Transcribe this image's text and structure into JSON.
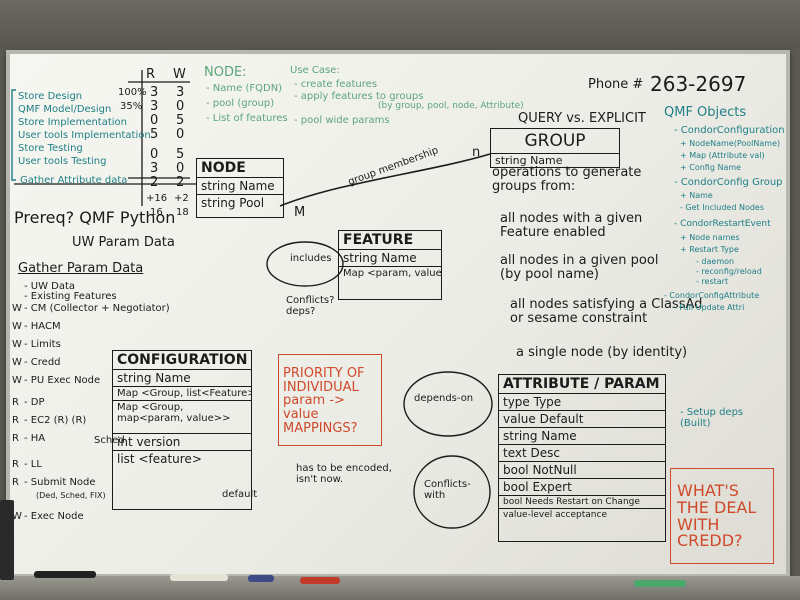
{
  "board": {
    "left_list": {
      "items": [
        "Store Design",
        "QMF Model/Design",
        "Store Implementation",
        "User tools Implementation",
        "Store Testing",
        "User tools Testing"
      ],
      "last": "Gather Attribute data"
    },
    "rw_table": {
      "headers": [
        "R",
        "W"
      ],
      "percent_labels": [
        "100%",
        "35%"
      ],
      "rows": [
        [
          "3",
          "3"
        ],
        [
          "3",
          "0"
        ],
        [
          "0",
          "5"
        ],
        [
          "5",
          "0"
        ],
        [
          "0",
          "5"
        ],
        [
          "3",
          "0"
        ],
        [
          "2",
          "2"
        ]
      ],
      "totals": [
        "16",
        "18"
      ],
      "subtotals": [
        "+16",
        "+2"
      ]
    },
    "node_notes": {
      "title": "NODE:",
      "items": [
        "- Name (FQDN)",
        "- pool (group)",
        "- List of features"
      ]
    },
    "use_case": {
      "title": "Use Case:",
      "items": [
        "- create features",
        "- apply features to groups",
        "(by group, pool, node, Attribute)",
        "- pool wide params"
      ]
    },
    "phone": {
      "label": "Phone #",
      "number": "263-2697"
    },
    "query_title": "QUERY vs. EXPLICIT",
    "group_box": {
      "title": "GROUP",
      "row": "string Name"
    },
    "node_box": {
      "title": "NODE",
      "rows": [
        "string Name",
        "string Pool"
      ]
    },
    "relation": {
      "label": "group membership",
      "m": "M",
      "n": "n"
    },
    "ops": {
      "intro": "operations to generate groups from:",
      "items": [
        "all nodes with a given Feature enabled",
        "all nodes in a given pool (by pool name)",
        "all nodes satisfying a ClassAd or sesame constraint",
        "a single node (by identity)"
      ]
    },
    "qmf_objects": {
      "title": "QMF Objects",
      "items": [
        "- CondorConfiguration",
        "+ NodeName(PoolName)",
        "+ Map (Attribute val)",
        "+ Config Name",
        "- CondorConfig Group",
        "+ Name",
        "- Get Included Nodes",
        "- CondorRestartEvent",
        "+ Node names",
        "+ Restart Type",
        "- daemon",
        "- reconfig/reload",
        "- restart",
        "- CondorConfigAttribute",
        "- Full Update Attri"
      ]
    },
    "prereq": {
      "text": "Prereq? QMF Python",
      "sub": "UW Param Data"
    },
    "gather": {
      "title": "Gather Param Data",
      "items": [
        {
          "w": "",
          "t": "- UW Data"
        },
        {
          "w": "",
          "t": "- Existing Features"
        },
        {
          "w": "W",
          "t": "- CM (Collector + Negotiator)"
        },
        {
          "w": "W",
          "t": "- HACM"
        },
        {
          "w": "W",
          "t": "- Limits"
        },
        {
          "w": "W",
          "t": "- Credd"
        },
        {
          "w": "W",
          "t": "- PU Exec Node"
        },
        {
          "w": "R",
          "t": "- DP"
        },
        {
          "w": "R",
          "t": "- EC2 (R) (R)"
        },
        {
          "w": "R",
          "t": "- HA"
        },
        {
          "w": "R",
          "t": "- LL"
        },
        {
          "w": "R",
          "t": "- Submit Node"
        },
        {
          "w": "",
          "t": "(Ded, Sched, FIX)"
        },
        {
          "w": "W",
          "t": "- Exec Node"
        }
      ],
      "sched": "Sched"
    },
    "feature_box": {
      "title": "FEATURE",
      "rows": [
        "string Name",
        "Map <param, value>"
      ],
      "includes": "includes",
      "conflicts": "Conflicts? deps?"
    },
    "config_box": {
      "title": "CONFIGURATION",
      "rows": [
        "string Name",
        "Map <Group, list<Feature>>",
        "Map <Group, map<param, value>>",
        "int version",
        "list <feature>"
      ],
      "default_label": "default"
    },
    "priority_note": "PRIORITY OF INDIVIDUAL param -> value MAPPINGS?",
    "priority_answer": "has to be encoded, isn't now.",
    "attribute_box": {
      "title": "ATTRIBUTE / PARAM",
      "rows": [
        "type Type",
        "value Default",
        "string Name",
        "text Desc",
        "bool NotNull",
        "bool Expert",
        "bool Needs Restart on Change",
        "value-level acceptance"
      ],
      "depends": "depends-on",
      "conflicts": "Conflicts-with"
    },
    "setup_deps": "- Setup deps (Built)",
    "credd_note": "WHAT'S THE DEAL WITH CREDD?"
  },
  "colors": {
    "black_marker": "#1b1b1b",
    "blue_marker": "#1f7f86",
    "green_marker": "#5aa57a",
    "red_marker": "#d0492b"
  }
}
